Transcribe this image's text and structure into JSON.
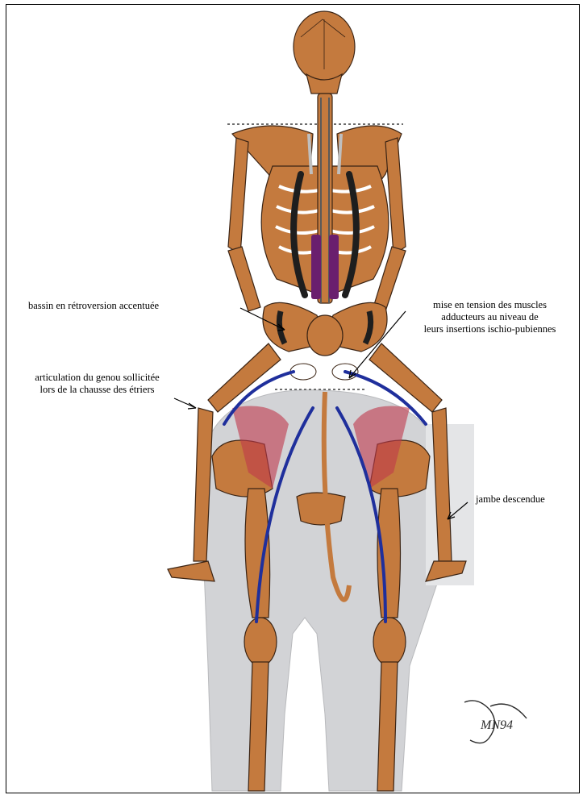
{
  "labels": {
    "pelvis": "bassin en rétroversion accentuée",
    "adductors_line1": "mise en tension des muscles",
    "adductors_line2": "adducteurs au niveau de",
    "adductors_line3": "leurs insertions ischio-pubiennes",
    "knee_line1": "articulation du genou sollicitée",
    "knee_line2": "lors de la chausse des étriers",
    "leg": "jambe descendue"
  },
  "signature": "MN94",
  "colors": {
    "bone": "#c47a3e",
    "bone_outline": "#3b2414",
    "horse_body": "#d2d3d6",
    "muscle_dark": "#1e1e1e",
    "muscle_blue": "#1f2f9c",
    "muscle_purple": "#6a1f6e",
    "muscle_red": "#c0394b",
    "spine_light": "#bfbfbf"
  }
}
